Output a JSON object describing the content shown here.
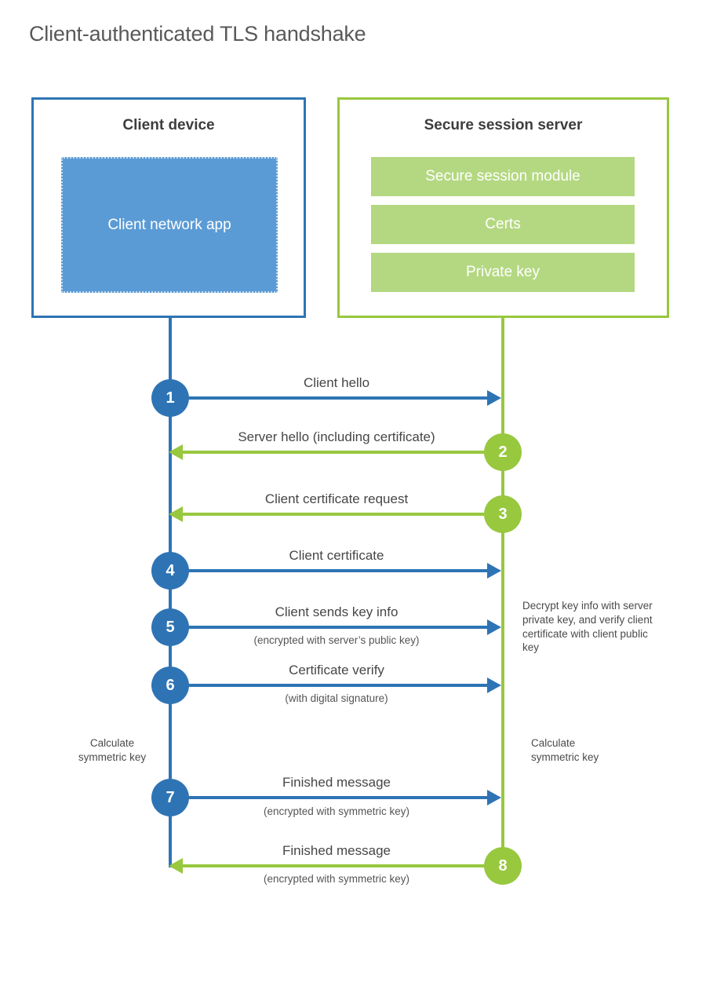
{
  "title": "Client-authenticated TLS handshake",
  "colors": {
    "blue": "#2e74b5",
    "blueFill": "#5b9bd5",
    "green": "#97c83e",
    "greenFill": "#b4d881"
  },
  "client": {
    "title": "Client device",
    "app_label": "Client network app"
  },
  "server": {
    "title": "Secure session server",
    "modules": [
      "Secure session module",
      "Certs",
      "Private key"
    ]
  },
  "messages": [
    {
      "num": "1",
      "direction": "client-to-server",
      "label": "Client hello",
      "sub": ""
    },
    {
      "num": "2",
      "direction": "server-to-client",
      "label": "Server hello (including certificate)",
      "sub": ""
    },
    {
      "num": "3",
      "direction": "server-to-client",
      "label": "Client certificate request",
      "sub": ""
    },
    {
      "num": "4",
      "direction": "client-to-server",
      "label": "Client certificate",
      "sub": ""
    },
    {
      "num": "5",
      "direction": "client-to-server",
      "label": "Client sends key info",
      "sub": "(encrypted with server’s public key)"
    },
    {
      "num": "6",
      "direction": "client-to-server",
      "label": "Certificate verify",
      "sub": "(with digital signature)"
    },
    {
      "num": "7",
      "direction": "client-to-server",
      "label": "Finished message",
      "sub": "(encrypted with symmetric key)"
    },
    {
      "num": "8",
      "direction": "server-to-client",
      "label": "Finished message",
      "sub": "(encrypted with symmetric key)"
    }
  ],
  "notes": {
    "decrypt": "Decrypt key info with server private key, and verify client certificate with client public key",
    "calc_left": "Calculate symmetric key",
    "calc_right": "Calculate symmetric key"
  }
}
